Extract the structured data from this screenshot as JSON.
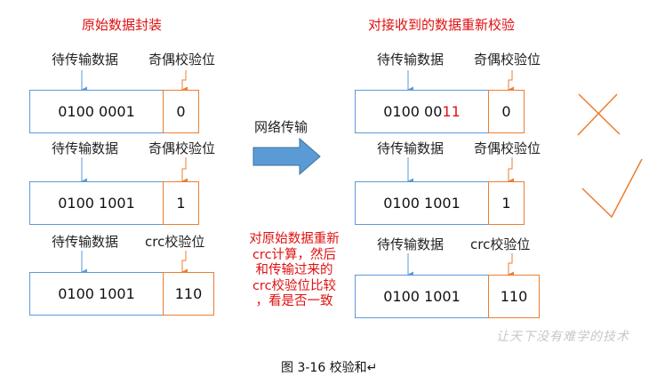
{
  "left": {
    "title": "原始数据封装",
    "rows": [
      {
        "data_label": "待传输数据",
        "check_label": "奇偶校验位",
        "data": "0100 0001",
        "check": "0"
      },
      {
        "data_label": "待传输数据",
        "check_label": "奇偶校验位",
        "data": "0100 1001",
        "check": "1"
      },
      {
        "data_label": "待传输数据",
        "check_label": "crc校验位",
        "data": "0100 1001",
        "check": "110"
      }
    ]
  },
  "transfer": {
    "label": "网络传输"
  },
  "right": {
    "title": "对接收到的数据重新校验",
    "rows": [
      {
        "data_label": "待传输数据",
        "check_label": "奇偶校验位",
        "data_prefix": "0100 00",
        "data_error_bit": "1",
        "data_suffix": "1",
        "check": "0"
      },
      {
        "data_label": "待传输数据",
        "check_label": "奇偶校验位",
        "data": "0100 1001",
        "check": "1"
      },
      {
        "data_label": "待传输数据",
        "check_label": "crc校验位",
        "data": "0100 1001",
        "check": "110"
      }
    ]
  },
  "note": {
    "lines": [
      "对原始数据重新",
      "crc计算，然后",
      "和传输过来的",
      "crc校验位比较",
      "，看是否一致"
    ]
  },
  "caption": "图 3-16    校验和↵",
  "watermark": "让天下没有难学的技术",
  "colors": {
    "blue_border": "#5b9bd5",
    "orange_border": "#ed7d31",
    "arrow_fill": "#5b9bd5",
    "red_text": "#e01010",
    "mark": "#ed7d31"
  }
}
